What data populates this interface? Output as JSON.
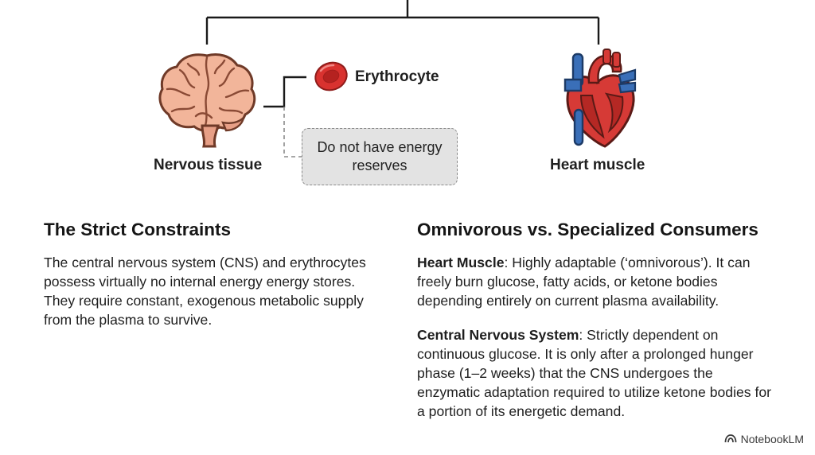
{
  "nodes": {
    "nervous_tissue": {
      "label": "Nervous tissue",
      "icon": "brain-icon"
    },
    "erythrocyte": {
      "label": "Erythrocyte",
      "icon": "red-blood-cell-icon"
    },
    "heart_muscle": {
      "label": "Heart muscle",
      "icon": "heart-icon"
    },
    "callout": {
      "text": "Do not have energy reserves"
    }
  },
  "left_section": {
    "title": "The Strict Constraints",
    "body": "The central nervous system (CNS) and erythrocytes possess virtually no internal energy energy stores. They require constant, exogenous metabolic supply from the plasma to survive."
  },
  "right_section": {
    "title": "Omnivorous vs. Specialized Consumers",
    "paragraphs": [
      {
        "lead": "Heart Muscle",
        "text": ": Highly adaptable (‘omnivorous’). It can freely burn glucose, fatty acids, or ketone bodies depending entirely on current plasma availability."
      },
      {
        "lead": "Central Nervous System",
        "text": ": Strictly dependent on continuous glucose. It is only after a prolonged hunger phase (1–2 weeks) that the CNS undergoes the enzymatic adaptation required to utilize ketone bodies for a portion of its energetic demand."
      }
    ]
  },
  "branding": {
    "text": "NotebookLM",
    "icon": "notebooklm-logo-icon"
  },
  "colors": {
    "brain": "#f2b59a",
    "brain_outline": "#7a3d2a",
    "erythrocyte": "#d9322f",
    "heart_red": "#d63a36",
    "heart_blue": "#3a6fb8",
    "callout_bg": "#e3e3e3"
  }
}
